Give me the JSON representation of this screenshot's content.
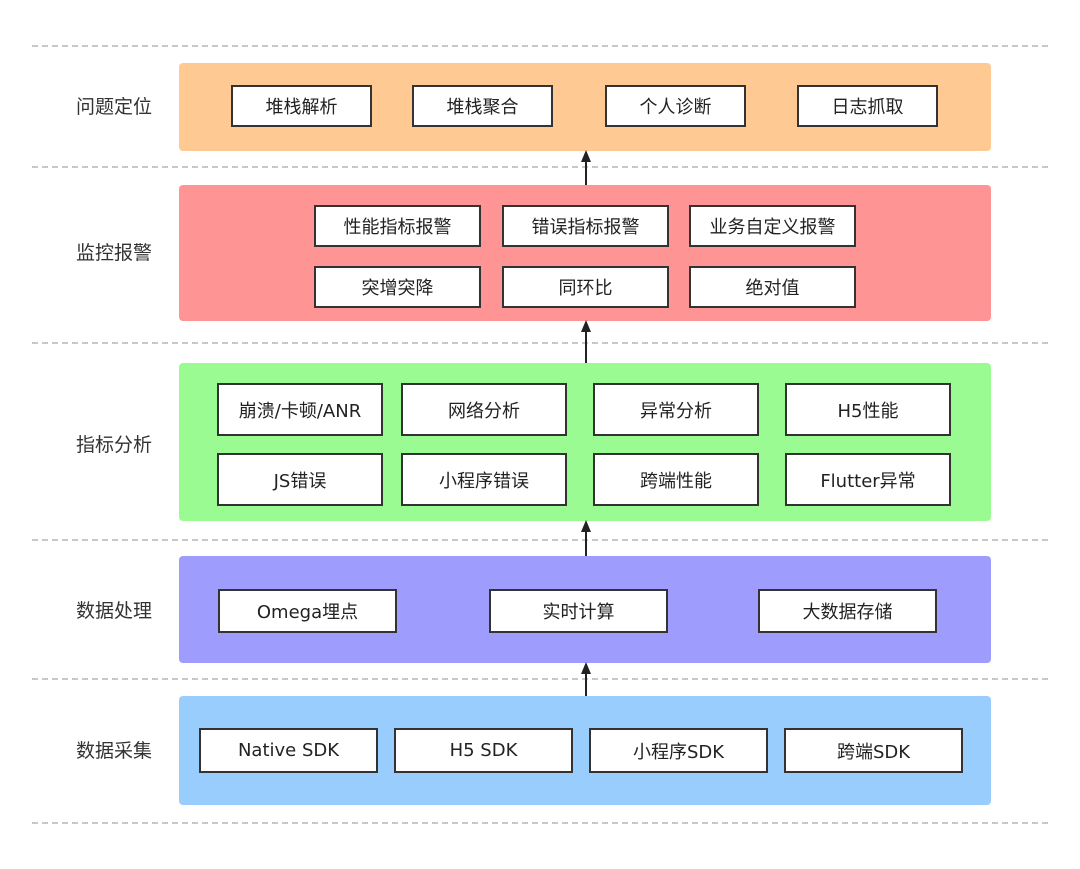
{
  "colors": {
    "problem_layer": "#ffc994",
    "alert_layer": "#ff9494",
    "metrics_layer": "#9bfb93",
    "processing_layer": "#9e9dfd",
    "collection_layer": "#99cdfe",
    "box_border": "#333333",
    "separator": "#c8c8c8",
    "arrow": "#222222"
  },
  "layers": {
    "problem": {
      "label": "问题定位",
      "items": [
        "堆栈解析",
        "堆栈聚合",
        "个人诊断",
        "日志抓取"
      ]
    },
    "alert": {
      "label": "监控报警",
      "items": [
        "性能指标报警",
        "错误指标报警",
        "业务自定义报警",
        "突增突降",
        "同环比",
        "绝对值"
      ]
    },
    "metrics": {
      "label": "指标分析",
      "items": [
        "崩溃/卡顿/ANR",
        "网络分析",
        "异常分析",
        "H5性能",
        "JS错误",
        "小程序错误",
        "跨端性能",
        "Flutter异常"
      ]
    },
    "processing": {
      "label": "数据处理",
      "items": [
        "Omega埋点",
        "实时计算",
        "大数据存储"
      ]
    },
    "collection": {
      "label": "数据采集",
      "items": [
        "Native SDK",
        "H5 SDK",
        "小程序SDK",
        "跨端SDK"
      ]
    }
  }
}
